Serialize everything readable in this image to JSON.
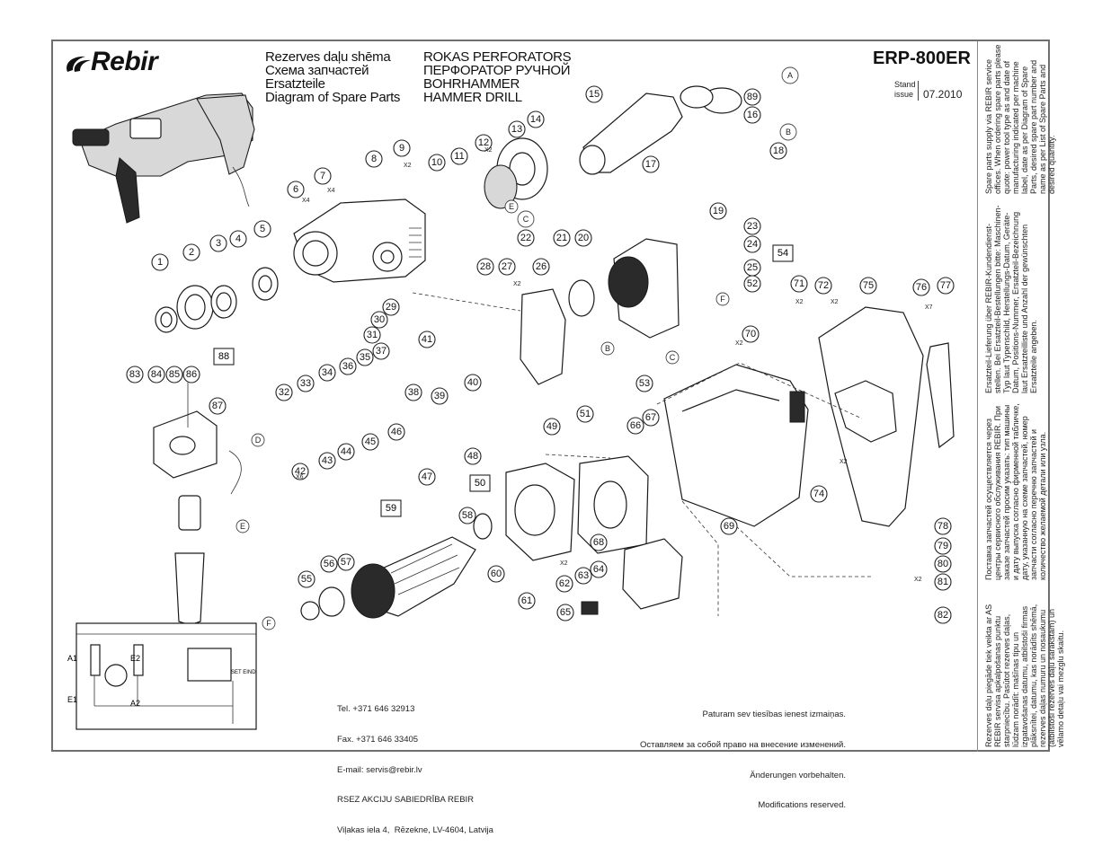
{
  "brand": {
    "name": "Rebir"
  },
  "title_block": {
    "col1": [
      "Rezerves daļu shēma",
      "Схема запчастей",
      "Ersatzteile",
      "Diagram of Spare Parts"
    ],
    "col2": [
      "ROKAS PERFORATORS",
      "ПЕРФОРАТОР РУЧНОЙ",
      "BOHRHAMMER",
      "HAMMER DRILL"
    ],
    "model": "ERP-800ER",
    "stand_label": "Stand",
    "issue_label": "issue",
    "issue_date": "07.2010"
  },
  "contact": {
    "tel": "Tel. +371 646 32913",
    "fax": "Fax. +371 646 33405",
    "email": "E-mail: servis@rebir.lv",
    "company": "RSEZ AKCIJU SABIEDRĪBA REBIR",
    "address": "Viļakas iela 4,  Rēzekne, LV-4604, Latvija"
  },
  "notice": {
    "lv": "Paturam sev tiesības ienest izmaiņas.",
    "ru": "Оставляем за собой право на внесение изменений.",
    "de": "Änderungen vorbehalten.",
    "en": "Modifications reserved."
  },
  "side_notes": {
    "en": "Spare parts supply via REBIR service offices. When ordering spare parts please quote: power tool type as and date of manufacturing indicated per machine label, date as per Diagram of Spare Parts, desired spare part number and name as per List of Spare Parts and desired quantity.",
    "de": "Ersatzteil-Lieferung über REBIR-Kundendienst-stellen. Bei Ersatzteil-Bestellungen bitte: Maschinen-Typ laut Typenschild, Herstellungs-Datum, Geräte-Datum, Positions-Nummer, Ersatzteil-Bezeichnung laut Ersatzteilliste und Anzahl der gewünschten Ersatzteile angeben.",
    "ru": "Поставка запчастей осуществляется через центры сервисного обслуживания REBIR. При заказе запчастей просим указать: тип машины и дату выпуска согласно фирменной табличке, дату, указанную на схеме запчастей, номер запчасти согласно перечню запчастей и количество желаемой детали или узла.",
    "lv": "Rezerves daļu piegāde tiek veikta ar AS REBIR servisa apkalpošanas punktu starpniecību. Pasūtot rezerves daļas, lūdzam norādīt: mašīnas tipu un izgatavošanas datumu, atbilstoši firmas plāksnītei, datumu, kas norādīts shēmā, rezerves daļas numuru un nosaukumu (atbilstoši rezerves daļu sarakstam) un vēlamo detaļu vai mezglu skaitu."
  },
  "callouts": [
    "1",
    "2",
    "3",
    "4",
    "5",
    "6",
    "7",
    "8",
    "9",
    "10",
    "11",
    "12",
    "13",
    "14",
    "15",
    "16",
    "17",
    "18",
    "19",
    "20",
    "21",
    "22",
    "23",
    "24",
    "25",
    "26",
    "27",
    "28",
    "29",
    "30",
    "31",
    "32",
    "33",
    "34",
    "35",
    "36",
    "37",
    "38",
    "39",
    "40",
    "41",
    "42",
    "43",
    "44",
    "45",
    "46",
    "47",
    "48",
    "49",
    "50",
    "51",
    "52",
    "53",
    "54",
    "55",
    "56",
    "57",
    "58",
    "59",
    "60",
    "61",
    "62",
    "63",
    "64",
    "65",
    "66",
    "67",
    "68",
    "69",
    "70",
    "71",
    "72",
    "74",
    "75",
    "76",
    "77",
    "78",
    "79",
    "80",
    "81",
    "82",
    "83",
    "84",
    "85",
    "86",
    "87",
    "88",
    "89"
  ],
  "boxed_callouts": [
    "54",
    "50",
    "59",
    "88"
  ],
  "reference_letters": [
    "A",
    "B",
    "C",
    "D",
    "E",
    "F"
  ],
  "quantity_marks": [
    "X2",
    "X4",
    "X4",
    "X2",
    "X2",
    "X2",
    "X2",
    "X2",
    "X2",
    "X2",
    "X6",
    "X7",
    "X2"
  ],
  "wiring_labels": [
    "A1",
    "A2",
    "E1",
    "E2",
    "SET EIND"
  ],
  "colors": {
    "ink": "#111111",
    "frame": "#6f6f6f",
    "paper": "#ffffff"
  }
}
